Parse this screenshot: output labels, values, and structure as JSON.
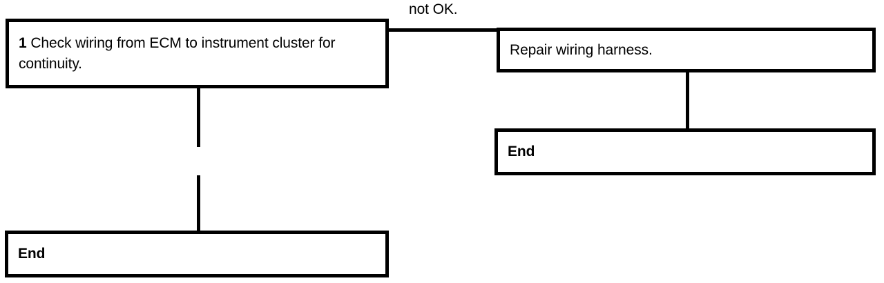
{
  "diagram": {
    "type": "troubleshooting-flowchart",
    "colors": {
      "line": "#000000",
      "fill": "#ffffff",
      "text": "#000000"
    },
    "nodes": {
      "check_wiring": {
        "step_number": "1",
        "text": "Check wiring from ECM to instrument cluster for continuity.",
        "shape": "rectangle"
      },
      "repair_harness": {
        "text": "Repair wiring harness.",
        "shape": "rectangle"
      },
      "end_right": {
        "text": "End",
        "shape": "rectangle"
      },
      "end_left": {
        "text": "End",
        "shape": "rectangle"
      }
    },
    "edges": [
      {
        "from": "check_wiring",
        "to": "repair_harness",
        "label": "not OK.",
        "direction": "right"
      },
      {
        "from": "repair_harness",
        "to": "end_right",
        "label": "",
        "direction": "down"
      },
      {
        "from": "check_wiring",
        "to": "end_left",
        "label": "",
        "direction": "down"
      }
    ],
    "labels": {
      "not_ok": "not OK."
    }
  }
}
